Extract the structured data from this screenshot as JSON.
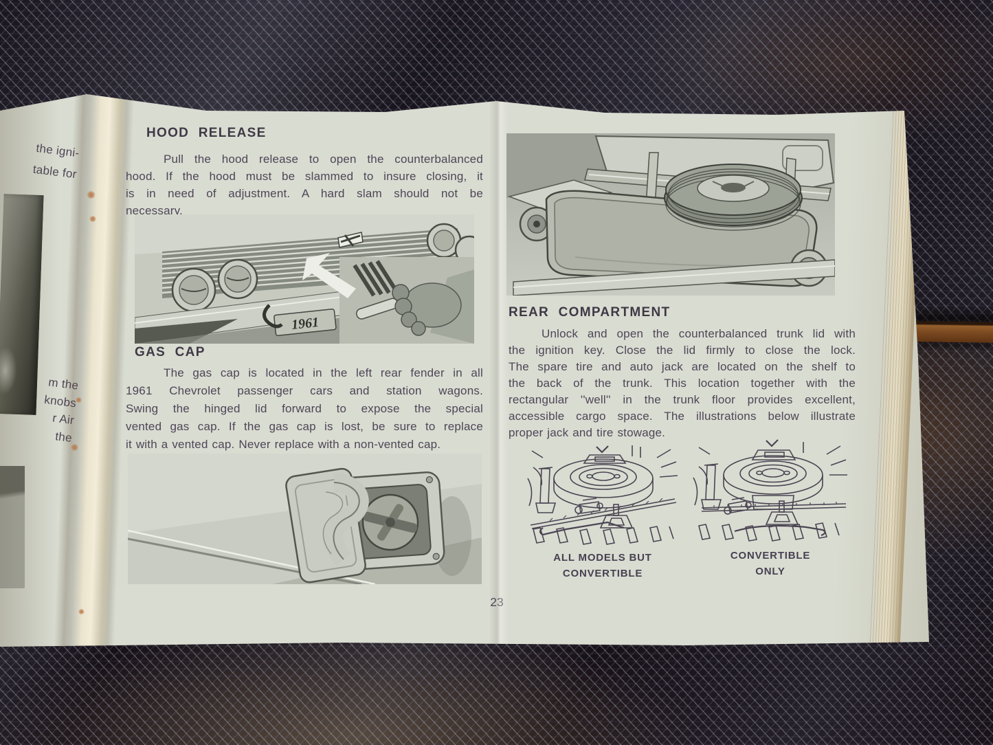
{
  "page_number": "23",
  "colors": {
    "page": "#d9dcd1",
    "ink": "#4e4657",
    "heading_ink": "#3f3946",
    "photo_bg": "#c6cabf",
    "gutter_cream": "#f0ead6",
    "mesh_background": "#141019",
    "wood_edge": "#7c4a22"
  },
  "left_partial_page": {
    "fragments_top": [
      "the igni-",
      "table for"
    ],
    "fragments_bottom": [
      "m the",
      "knobs",
      "r Air",
      "the"
    ]
  },
  "left_page": {
    "hood_release": {
      "heading": "HOOD RELEASE",
      "lines": [
        "Pull the hood release to open the counterbalanced",
        "hood. If the hood must be slammed to insure closing, it",
        "is in need of adjustment. A hard slam should not be",
        "necessary."
      ]
    },
    "gas_cap": {
      "heading": "GAS CAP",
      "lines": [
        "The gas cap is located in the left rear fender in all",
        "1961 Chevrolet passenger cars and station wagons.",
        "Swing the hinged lid forward to expose the special",
        "vented gas cap. If the gas cap is lost, be sure to replace",
        "it with a vented cap. Never replace with a non-vented cap."
      ]
    }
  },
  "right_page": {
    "rear_compartment": {
      "heading": "REAR COMPARTMENT",
      "lines": [
        "Unlock and open the counterbalanced trunk lid with",
        "the ignition key. Close the lid firmly to close the lock.",
        "The spare tire and auto jack are located on the shelf to",
        "the back of the trunk. This location together with the",
        "rectangular ''well'' in the trunk floor provides excellent,",
        "accessible cargo space. The illustrations below illustrate",
        "proper jack and tire stowage."
      ]
    },
    "captions": [
      {
        "lines": [
          "ALL MODELS BUT",
          "CONVERTIBLE"
        ]
      },
      {
        "lines": [
          "CONVERTIBLE",
          "ONLY"
        ]
      }
    ]
  },
  "figures": {
    "hood": {
      "plate_text": "1961"
    }
  }
}
